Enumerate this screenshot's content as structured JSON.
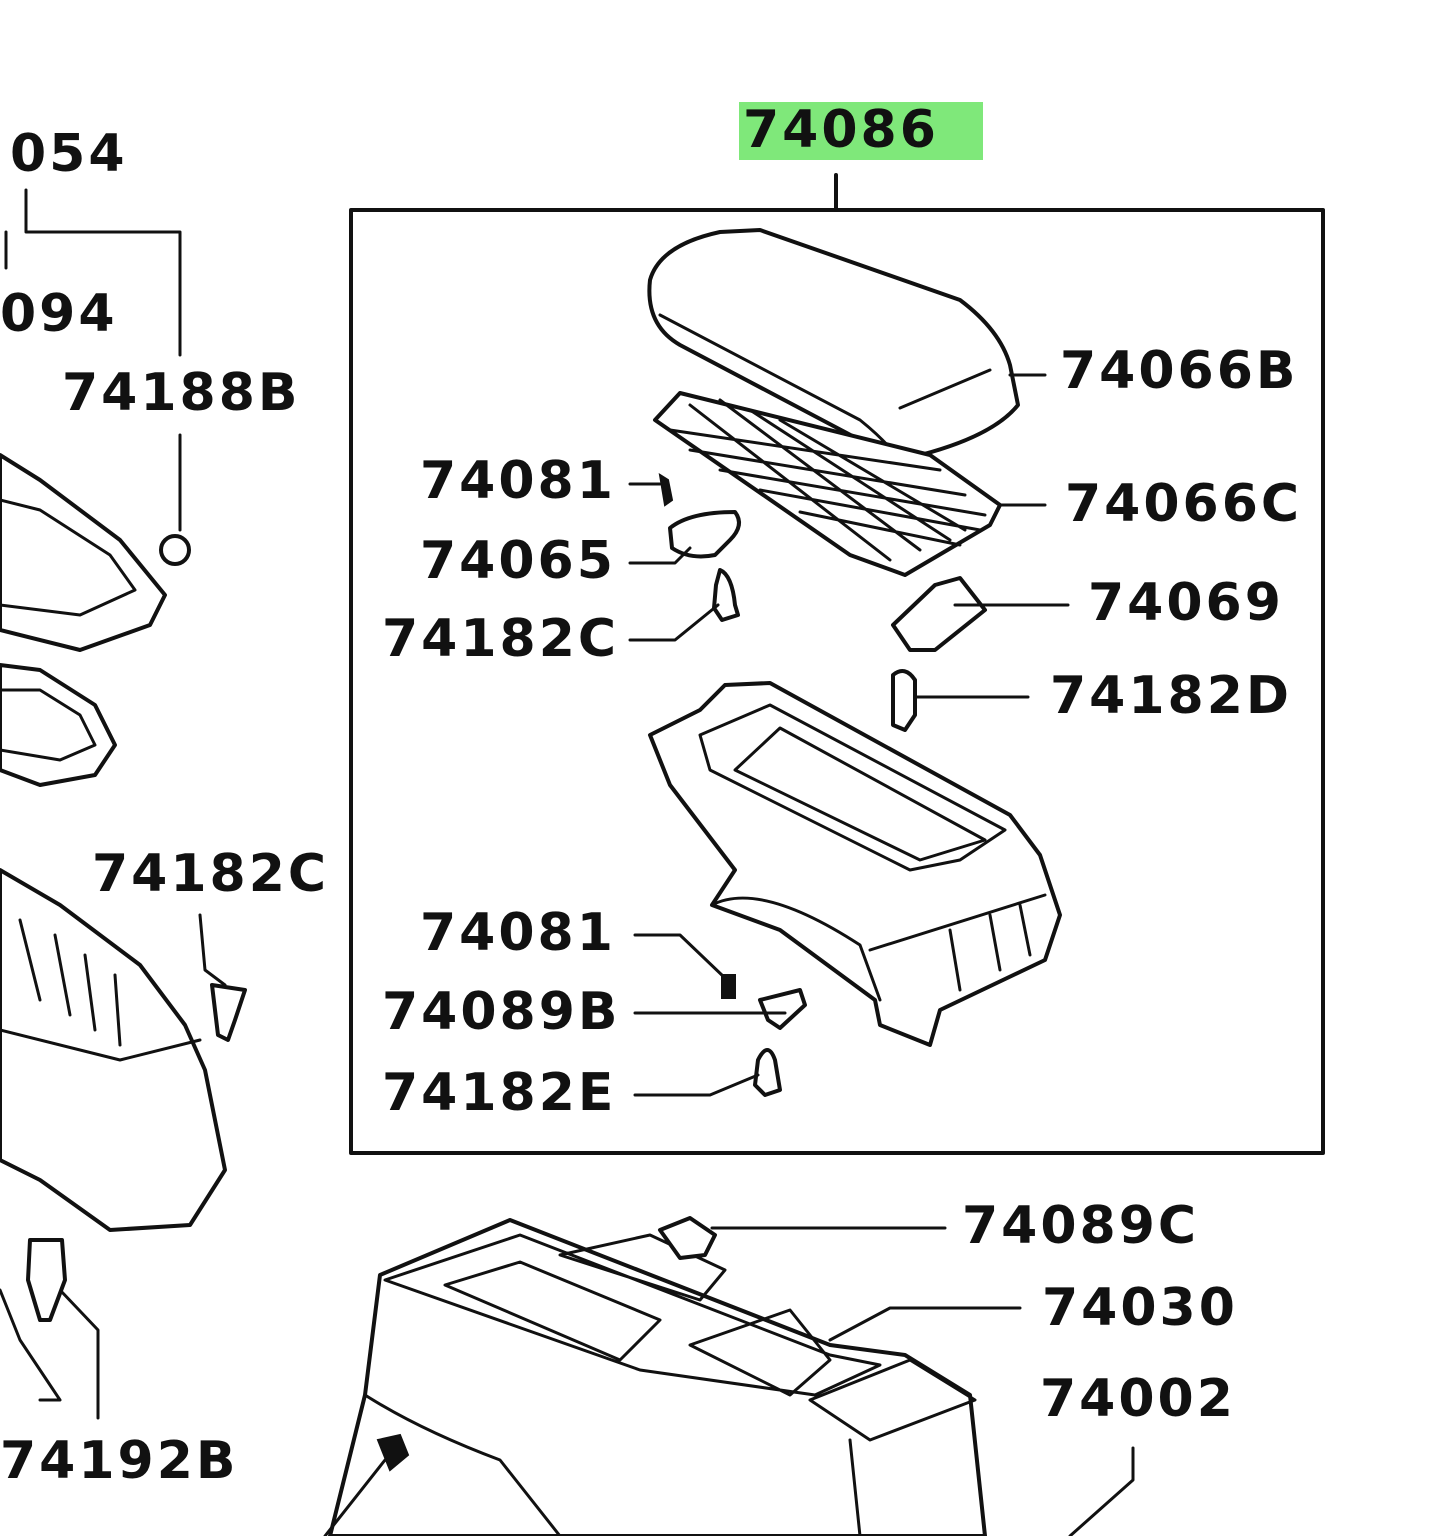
{
  "highlight_color": "#7fe87a",
  "assembly_label": "74086",
  "inset_labels": {
    "pad_74066b": "74066B",
    "grid_74066c": "74066C",
    "screw_74081_top": "74081",
    "clip_74065": "74065",
    "screw_74182c_inset": "74182C",
    "bracket_74069": "74069",
    "screw_74182d": "74182D",
    "screw_74081_bottom": "74081",
    "clip_74089b": "74089B",
    "screw_74182e": "74182E"
  },
  "outer_labels": {
    "label_054": "054",
    "label_094": "094",
    "label_74188b": "74188B",
    "label_74182c": "74182C",
    "label_74192b": "74192B",
    "label_74089c": "74089C",
    "label_74030": "74030",
    "label_74002": "74002"
  }
}
